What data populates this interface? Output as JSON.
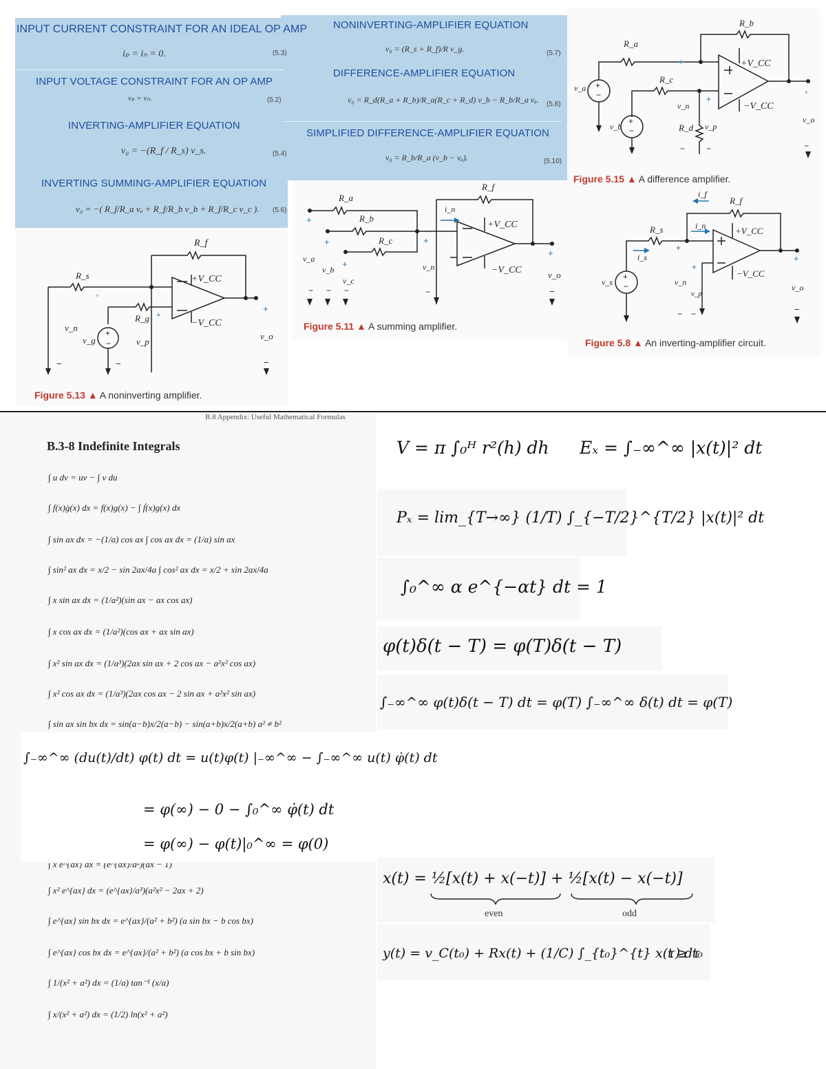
{
  "top": {
    "left_panel": {
      "heading1": "INPUT CURRENT CONSTRAINT FOR AN IDEAL OP AMP",
      "eq1": "iₚ = iₙ = 0.",
      "eq1_no": "(5.3)",
      "heading2": "INPUT VOLTAGE CONSTRAINT FOR AN OP AMP",
      "eq2": "vₚ = vₙ.",
      "eq2_no": "(5.2)",
      "heading3": "INVERTING-AMPLIFIER EQUATION",
      "eq3": "v₀ = −(R_f / R_s) v_s.",
      "eq3_no": "(5.4)",
      "heading4": "INVERTING SUMMING-AMPLIFIER EQUATION",
      "eq4": "v₀ = −( R_f/R_a vₐ + R_f/R_b v_b + R_f/R_c v_c ).",
      "eq4_no": "(5.6)"
    },
    "mid_panel": {
      "heading1": "NONINVERTING-AMPLIFIER EQUATION",
      "eq1": "v₀ = (R_s + R_f)/R v_g.",
      "eq1_no": "(5.7)",
      "heading2": "DIFFERENCE-AMPLIFIER EQUATION",
      "eq2": "v₀ = R_d(R_a + R_b)/R_a(R_c + R_d) v_b − R_b/R_a vₐ.",
      "eq2_no": "(5.8)",
      "heading3": "SIMPLIFIED DIFFERENCE-AMPLIFIER EQUATION",
      "eq3": "v₀ = R_b/R_a (v_b − vₐ).",
      "eq3_no": "(5.10)"
    },
    "captions": {
      "fig513_num": "Figure 5.13",
      "fig513_text": "A noninverting amplifier.",
      "fig511_num": "Figure 5.11",
      "fig511_text": "A summing amplifier.",
      "fig515_num": "Figure 5.15",
      "fig515_text": "A difference amplifier.",
      "fig58_num": "Figure 5.8",
      "fig58_text": "An inverting-amplifier circuit."
    },
    "circuit_labels": {
      "rf": "R_f",
      "rs": "R_s",
      "rg": "R_g",
      "vcc_pos": "+V_CC",
      "vcc_neg": "−V_CC",
      "vn": "v_n",
      "vp": "v_p",
      "vg": "v_g",
      "vo": "v_o",
      "ra": "R_a",
      "rb": "R_b",
      "rc": "R_c",
      "rd": "R_d",
      "va": "v_a",
      "vb": "v_b",
      "vc": "v_c",
      "in": "i_n",
      "is": "i_s",
      "if": "i_f",
      "vs": "v_s"
    }
  },
  "bottom": {
    "appendix_header": "B.8 Appendix: Useful Mathematical Formulas",
    "section_title": "B.3-8 Indefinite Integrals",
    "integrals": [
      "∫ u dv = uv − ∫ v du",
      "∫ f(x)ġ(x) dx = f(x)g(x) − ∫ ḟ(x)g(x) dx",
      "∫ sin ax dx = −(1/a) cos ax        ∫ cos ax dx = (1/a) sin ax",
      "∫ sin² ax dx = x/2 − sin 2ax/4a        ∫ cos² ax dx = x/2 + sin 2ax/4a",
      "∫ x sin ax dx = (1/a²)(sin ax − ax cos ax)",
      "∫ x cos ax dx = (1/a²)(cos ax + ax sin ax)",
      "∫ x² sin ax dx = (1/a³)(2ax sin ax + 2 cos ax − a²x² cos ax)",
      "∫ x² cos ax dx = (1/a³)(2ax cos ax − 2 sin ax + a²x² sin ax)",
      "∫ sin ax sin bx dx = sin(a−b)x/2(a−b) − sin(a+b)x/2(a+b)     a² ≠ b²"
    ],
    "integrals_lower": [
      "∫ x e^{ax} dx = (e^{ax}/a²)(ax − 1)",
      "∫ x² e^{ax} dx = (e^{ax}/a³)(a²x² − 2ax + 2)",
      "∫ e^{ax} sin bx dx = e^{ax}/(a² + b²) (a sin bx − b cos bx)",
      "∫ e^{ax} cos bx dx = e^{ax}/(a² + b²) (a cos bx + b sin bx)",
      "∫ 1/(x² + a²) dx = (1/a) tan⁻¹ (x/a)",
      "∫ x/(x² + a²) dx = (1/2) ln(x² + a²)"
    ],
    "parts_eq_line1": "∫₋∞^∞ (du(t)/dt) φ(t) dt = u(t)φ(t) |₋∞^∞ − ∫₋∞^∞ u(t) φ̇(t) dt",
    "parts_eq_line2": "= φ(∞) − 0 − ∫₀^∞ φ̇(t) dt",
    "parts_eq_line3": "= φ(∞) − φ(t)|₀^∞ = φ(0)",
    "volume_eq": "V = π ∫₀ᴴ r²(h) dh",
    "energy_eq": "Eₓ = ∫₋∞^∞ |x(t)|² dt",
    "power_eq": "Pₓ = lim_{T→∞} (1/T) ∫_{−T/2}^{T/2} |x(t)|² dt",
    "exp_eq": "∫₀^∞ α e^{−αt} dt = 1",
    "sift_eq1": "φ(t)δ(t − T) = φ(T)δ(t − T)",
    "sift_eq2": "∫₋∞^∞ φ(t)δ(t − T) dt = φ(T) ∫₋∞^∞ δ(t) dt = φ(T)",
    "evenodd_eq": "x(t) = ½[x(t) + x(−t)] + ½[x(t) − x(−t)]",
    "even_label": "even",
    "odd_label": "odd",
    "rc_eq": "y(t) = v_C(t₀) + Rx(t) + (1/C) ∫_{t₀}^{t} x(τ) dτ",
    "rc_cond": "t ≥ t₀"
  },
  "colors": {
    "panel_blue": "#b8d4e8",
    "heading_blue": "#1e4fa0",
    "caption_red": "#c0392b"
  }
}
